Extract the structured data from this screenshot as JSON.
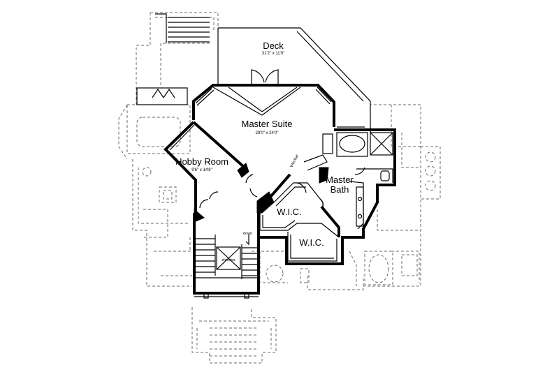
{
  "rooms": {
    "deck": {
      "name": "Deck",
      "dim": "31'2\" x 11'0\""
    },
    "master_suite": {
      "name": "Master Suite",
      "dim": "29'0\" x 24'0\""
    },
    "hobby_room": {
      "name": "Hobby Room",
      "dim": "9'6\" x 14'8\""
    },
    "master_bath_line1": "Master",
    "master_bath_line2": "Bath",
    "wic_1": "W.I.C.",
    "wic_2": "W.I.C."
  },
  "labels": {
    "wet_bar": "Wet Bar",
    "down": "down",
    "elevator": "elevator"
  }
}
